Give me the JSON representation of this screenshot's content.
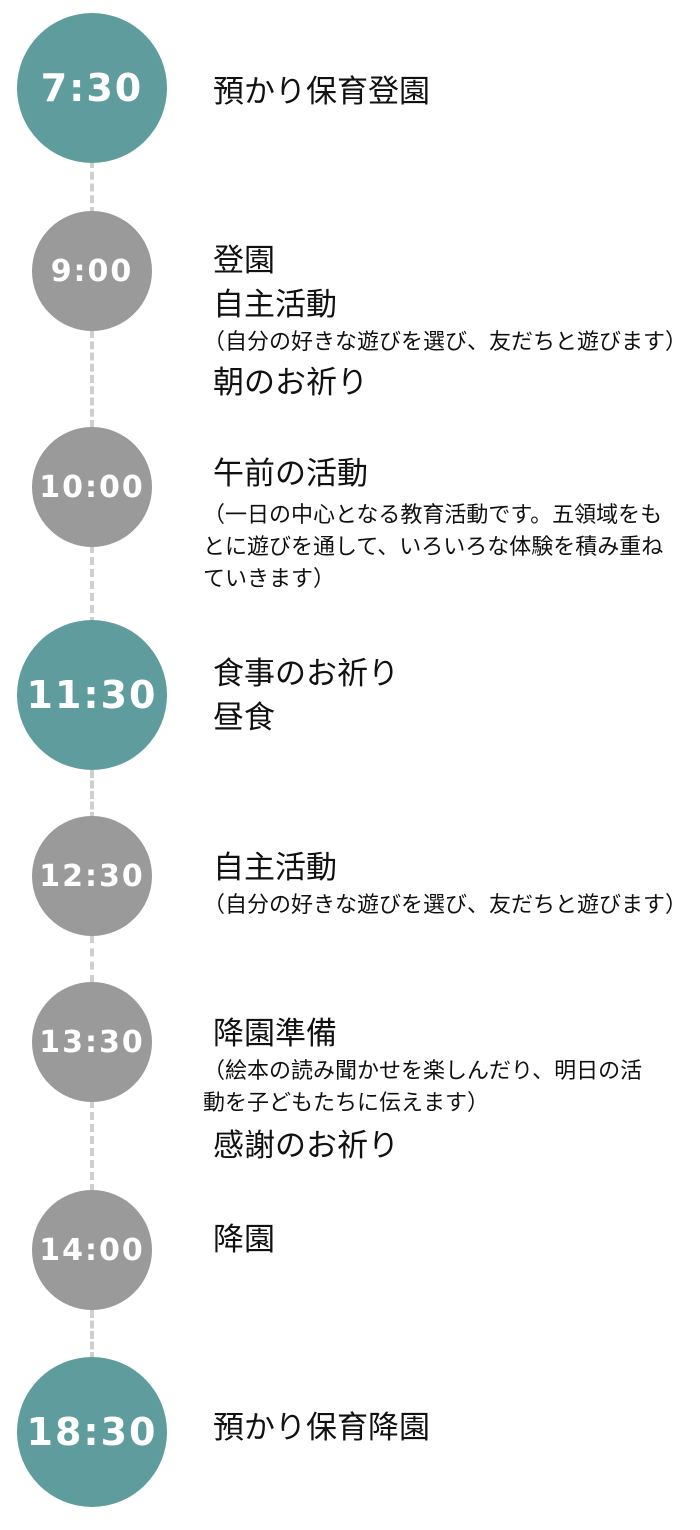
{
  "schedule": [
    {
      "time": "7:30",
      "lines": [
        "預かり保育登園"
      ]
    },
    {
      "time": "9:00",
      "lines": [
        "登園",
        "自主活動"
      ],
      "note": "（自分の好きな遊びを選び、友だちと遊びます）",
      "after": "朝のお祈り"
    },
    {
      "time": "10:00",
      "lines": [
        "午前の活動"
      ],
      "note": "（一日の中心となる教育活動です。五領域をもとに遊びを通して、いろいろな体験を積み重ねていきます）"
    },
    {
      "time": "11:30",
      "lines": [
        "食事のお祈り",
        "昼食"
      ]
    },
    {
      "time": "12:30",
      "lines": [
        "自主活動"
      ],
      "note": "（自分の好きな遊びを選び、友だちと遊びます）"
    },
    {
      "time": "13:30",
      "lines": [
        "降園準備"
      ],
      "note": "（絵本の読み聞かせを楽しんだり、明日の活動を子どもたちに伝えます）",
      "after": "感謝のお祈り"
    },
    {
      "time": "14:00",
      "lines": [
        "降園"
      ]
    },
    {
      "time": "18:30",
      "lines": [
        "預かり保育降園"
      ]
    }
  ],
  "colors": {
    "accent": "#5f9c9d",
    "regular": "#9a9a9a",
    "connector": "#cfcfcf"
  }
}
